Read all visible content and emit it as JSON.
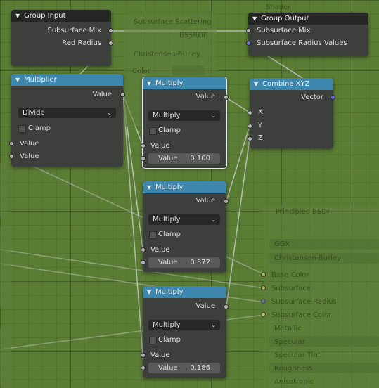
{
  "background_labels": {
    "shader": "Shader",
    "subsurface_scattering": "Subsurface Scattering",
    "bssrdf": "BSSRDF",
    "christensen_top": "Christensen-Burley",
    "color": "Color",
    "principled_title": "Principled BSDF",
    "ggx": "GGX",
    "christensen_bottom": "Christensen-Burley",
    "inputs": [
      "Base Color",
      "Subsurface",
      "Subsurface Radius",
      "Subsurface Color",
      "Metallic",
      "Specular",
      "Specular Tint",
      "Roughness",
      "Anisotropic"
    ]
  },
  "group_input": {
    "title": "Group Input",
    "outputs": [
      "Subsurface Mix",
      "Red Radius"
    ]
  },
  "group_output": {
    "title": "Group Output",
    "inputs": [
      "Subsurface Mix",
      "Subsurface Radius Values"
    ]
  },
  "multiplier": {
    "title": "Multiplier",
    "output": "Value",
    "operation": "Divide",
    "clamp": "Clamp",
    "inputs": [
      "Value",
      "Value"
    ]
  },
  "multiply_nodes": [
    {
      "title": "Multiply",
      "output": "Value",
      "operation": "Multiply",
      "clamp": "Clamp",
      "input": "Value",
      "field_label": "Value",
      "field_value": "0.100"
    },
    {
      "title": "Multiply",
      "output": "Value",
      "operation": "Multiply",
      "clamp": "Clamp",
      "input": "Value",
      "field_label": "Value",
      "field_value": "0.372"
    },
    {
      "title": "Multiply",
      "output": "Value",
      "operation": "Multiply",
      "clamp": "Clamp",
      "input": "Value",
      "field_label": "Value",
      "field_value": "0.186"
    }
  ],
  "combine_xyz": {
    "title": "Combine XYZ",
    "output": "Vector",
    "inputs": [
      "X",
      "Y",
      "Z"
    ]
  },
  "colors": {
    "background": "#5a7d34",
    "node_body": "#3c3f3c",
    "header_dark": "#252725",
    "header_blue": "#3d86ad",
    "socket_gray": "#b3b3b3",
    "socket_vector": "#6c6ce0",
    "wire": "#c8c8c8"
  }
}
